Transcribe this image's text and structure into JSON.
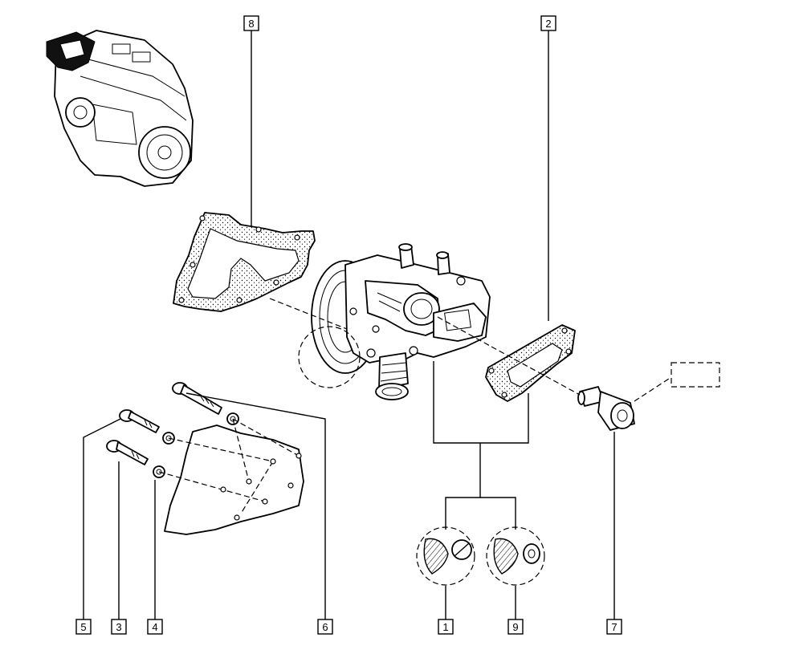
{
  "diagram": {
    "callouts": [
      {
        "id": "8",
        "label": "8"
      },
      {
        "id": "2",
        "label": "2"
      },
      {
        "id": "5",
        "label": "5"
      },
      {
        "id": "3",
        "label": "3"
      },
      {
        "id": "4",
        "label": "4"
      },
      {
        "id": "6",
        "label": "6"
      },
      {
        "id": "1",
        "label": "1"
      },
      {
        "id": "9",
        "label": "9"
      },
      {
        "id": "7",
        "label": "7"
      }
    ],
    "icons": {
      "engine_thumbnail": "engine-locator-icon",
      "water_pump": "water-pump-icon",
      "thermostat_gasket": "gasket-icon",
      "pump_gasket": "gasket-icon",
      "temperature_sensor": "sensor-icon",
      "bolts": "bolt-icon",
      "washers": "washer-icon",
      "cover": "timing-cover-icon"
    },
    "colors": {
      "line": "#000000",
      "background": "#ffffff"
    }
  }
}
